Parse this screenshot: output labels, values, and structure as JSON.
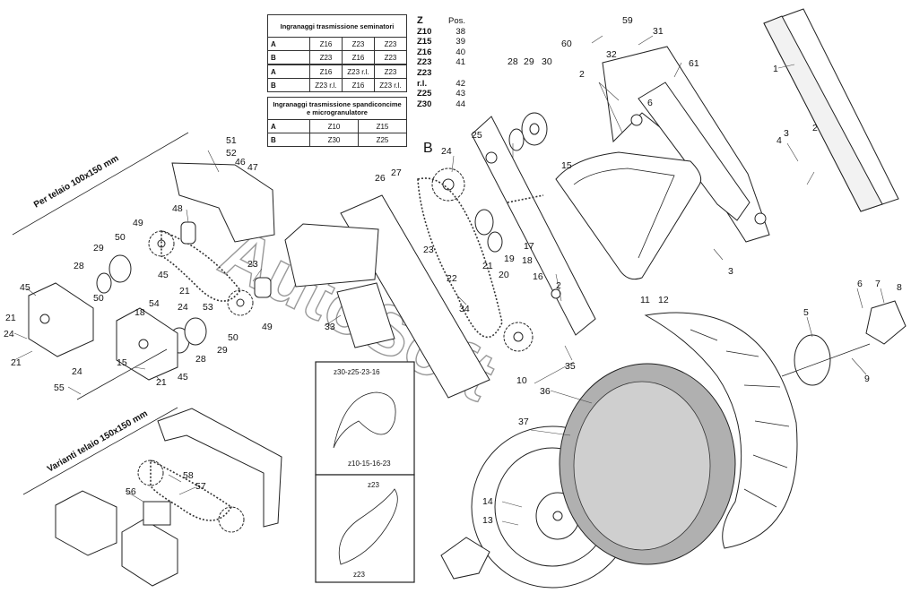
{
  "seeder_table": {
    "title": "Ingranaggi trasmissione seminatori",
    "rows": [
      {
        "key": "A",
        "c1": "Z16",
        "c2": "Z23",
        "c3": "Z23"
      },
      {
        "key": "B",
        "c1": "Z23",
        "c2": "Z16",
        "c3": "Z23"
      },
      {
        "key": "A",
        "c1": "Z16",
        "c2": "Z23 r.l.",
        "c3": "Z23"
      },
      {
        "key": "B",
        "c1": "Z23 r.l.",
        "c2": "Z16",
        "c3": "Z23 r.l."
      }
    ]
  },
  "fert_table": {
    "title": "Ingranaggi trasmissione spandiconcime e microgranulatore",
    "rows": [
      {
        "key": "A",
        "c1": "Z10",
        "c2": "Z15"
      },
      {
        "key": "B",
        "c1": "Z30",
        "c2": "Z25"
      }
    ]
  },
  "z_table": {
    "head_z": "Z",
    "head_pos": "Pos.",
    "rows": [
      {
        "z": "Z10",
        "pos": "38"
      },
      {
        "z": "Z15",
        "pos": "39"
      },
      {
        "z": "Z16",
        "pos": "40"
      },
      {
        "z": "Z23",
        "pos": "41"
      },
      {
        "z": "Z23 r.l.",
        "pos": "42"
      },
      {
        "z": "Z25",
        "pos": "43"
      },
      {
        "z": "Z30",
        "pos": "44"
      }
    ]
  },
  "side_labels": {
    "frame_100": "Per telaio 100x150 mm",
    "frame_150": "Varianti telaio 150x150 mm"
  },
  "inset_labels": {
    "top_a": "z30-z25-23-16",
    "top_b": "z10-15-16-23",
    "bottom_a": "z23",
    "bottom_b": "z23"
  },
  "letter_b": "B",
  "watermark": "AutoSoft",
  "callouts": {
    "n1": "1",
    "n2a": "2",
    "n2b": "2",
    "n2c": "2",
    "n3a": "3",
    "n3b": "3",
    "n4": "4",
    "n5": "5",
    "n6a": "6",
    "n6b": "6",
    "n7": "7",
    "n8": "8",
    "n9": "9",
    "n10": "10",
    "n11": "11",
    "n12": "12",
    "n13": "13",
    "n14": "14",
    "n15a": "15",
    "n15b": "15",
    "n16": "16",
    "n17": "17",
    "n18a": "18",
    "n18b": "18",
    "n19": "19",
    "n20": "20",
    "n21a": "21",
    "n21b": "21",
    "n21c": "21",
    "n21d": "21",
    "n21e": "21",
    "n22": "22",
    "n23a": "23",
    "n23b": "23",
    "n24a": "24",
    "n24b": "24",
    "n24c": "24",
    "n24d": "24",
    "n25": "25",
    "n26": "26",
    "n27": "27",
    "n28a": "28",
    "n28b": "28",
    "n28c": "28",
    "n29a": "29",
    "n29b": "29",
    "n29c": "29",
    "n30": "30",
    "n31": "31",
    "n32": "32",
    "n33": "33",
    "n34": "34",
    "n35": "35",
    "n36": "36",
    "n37": "37",
    "n45a": "45",
    "n45b": "45",
    "n45c": "45",
    "n46": "46",
    "n47": "47",
    "n48": "48",
    "n49a": "49",
    "n49b": "49",
    "n50a": "50",
    "n50b": "50",
    "n50c": "50",
    "n51": "51",
    "n52": "52",
    "n53": "53",
    "n54": "54",
    "n55": "55",
    "n56": "56",
    "n57": "57",
    "n58": "58",
    "n59": "59",
    "n60": "60",
    "n61": "61"
  }
}
